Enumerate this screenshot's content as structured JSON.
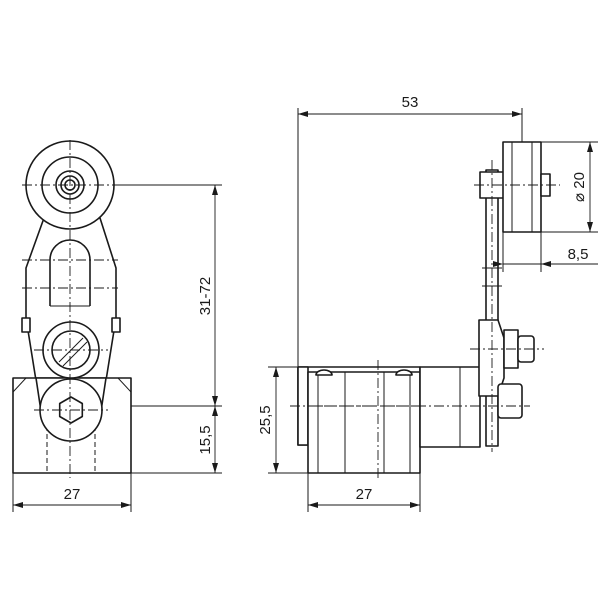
{
  "dimensions": {
    "front_width": "27",
    "front_height_range": "31-72",
    "front_base_height": "15,5",
    "side_reach": "53",
    "roller_diameter": "⌀ 20",
    "roller_width": "8,5",
    "side_height": "25,5",
    "side_width": "27"
  }
}
